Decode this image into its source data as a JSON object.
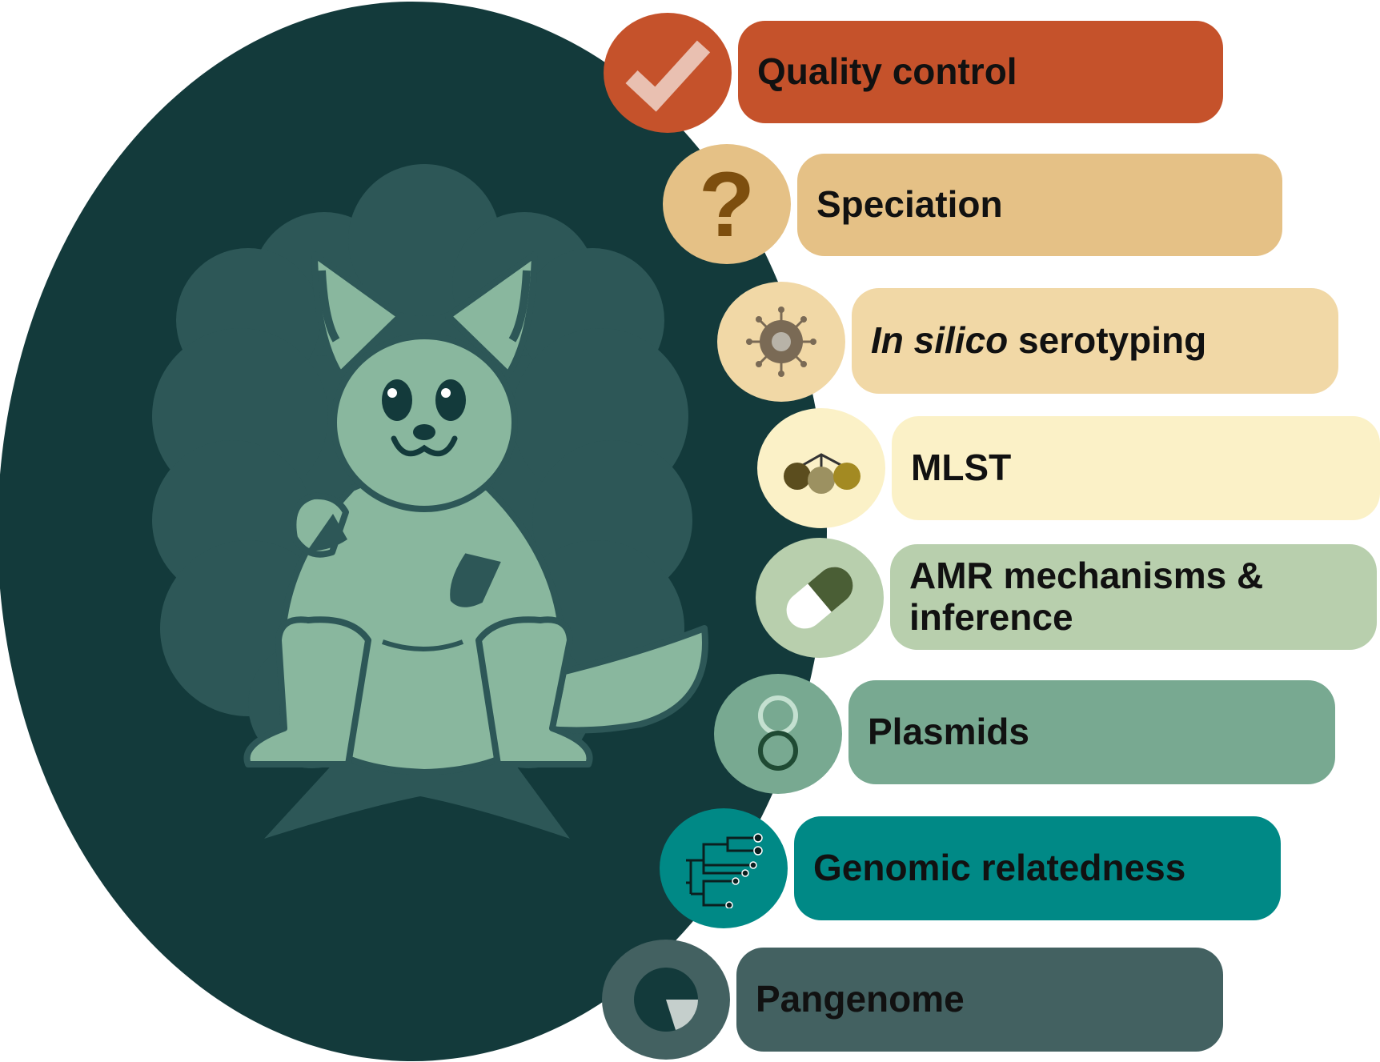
{
  "modules": [
    {
      "id": "qc",
      "label": "Quality control",
      "color": "#c5522b",
      "icon": "checkmark-icon"
    },
    {
      "id": "speciation",
      "label": "Speciation",
      "color": "#e5c186",
      "icon": "question-mark-icon"
    },
    {
      "id": "serotyping",
      "label_italic": "In silico",
      "label": " serotyping",
      "color": "#f1d8a6",
      "icon": "virus-icon"
    },
    {
      "id": "mlst",
      "label": "MLST",
      "color": "#fbf1c7",
      "icon": "allele-dots-icon"
    },
    {
      "id": "amr",
      "label": "AMR mechanisms & inference",
      "color": "#b8cfad",
      "icon": "pill-capsule-icon"
    },
    {
      "id": "plasmids",
      "label": "Plasmids",
      "color": "#78a991",
      "icon": "plasmid-rings-icon"
    },
    {
      "id": "relatedness",
      "label": "Genomic relatedness",
      "color": "#008986",
      "icon": "phylogenetic-tree-icon"
    },
    {
      "id": "pangenome",
      "label": "Pangenome",
      "color": "#436161",
      "icon": "pie-slice-icon"
    }
  ],
  "colors": {
    "oval": "#133a3b",
    "cloud": "#2d5757",
    "mascot": "#89b79e",
    "mascot_outline": "#2d5757",
    "eyes": "#133a3b"
  },
  "mascot": {
    "icon": "kangaroo-mascot-icon"
  }
}
